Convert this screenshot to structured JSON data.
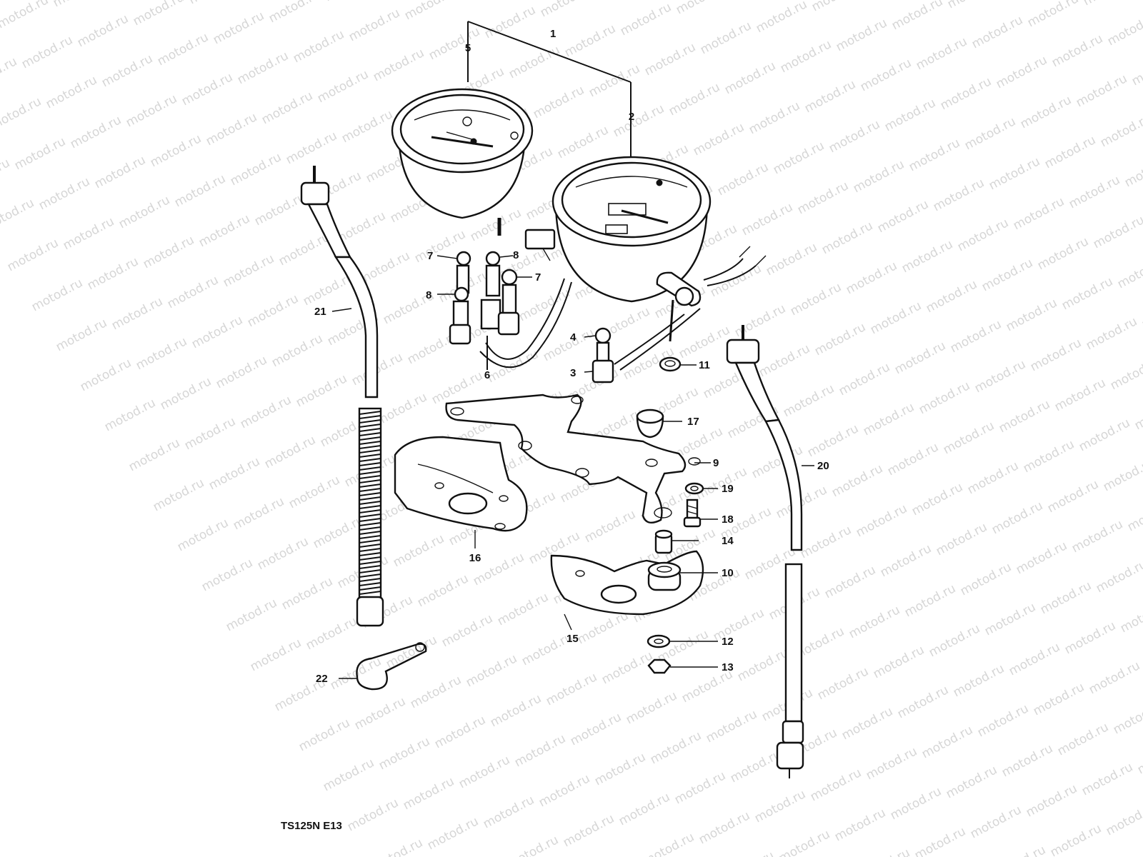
{
  "watermark": {
    "text": "motod.ru"
  },
  "model_code": "TS125N E13",
  "callouts": [
    "1",
    "2",
    "3",
    "4",
    "5",
    "6",
    "7",
    "7",
    "8",
    "8",
    "9",
    "10",
    "11",
    "12",
    "13",
    "14",
    "15",
    "16",
    "17",
    "18",
    "19",
    "20",
    "21",
    "22"
  ],
  "colors": {
    "ink": "#111111",
    "watermark": "#d6d6d6",
    "background": "#ffffff"
  }
}
